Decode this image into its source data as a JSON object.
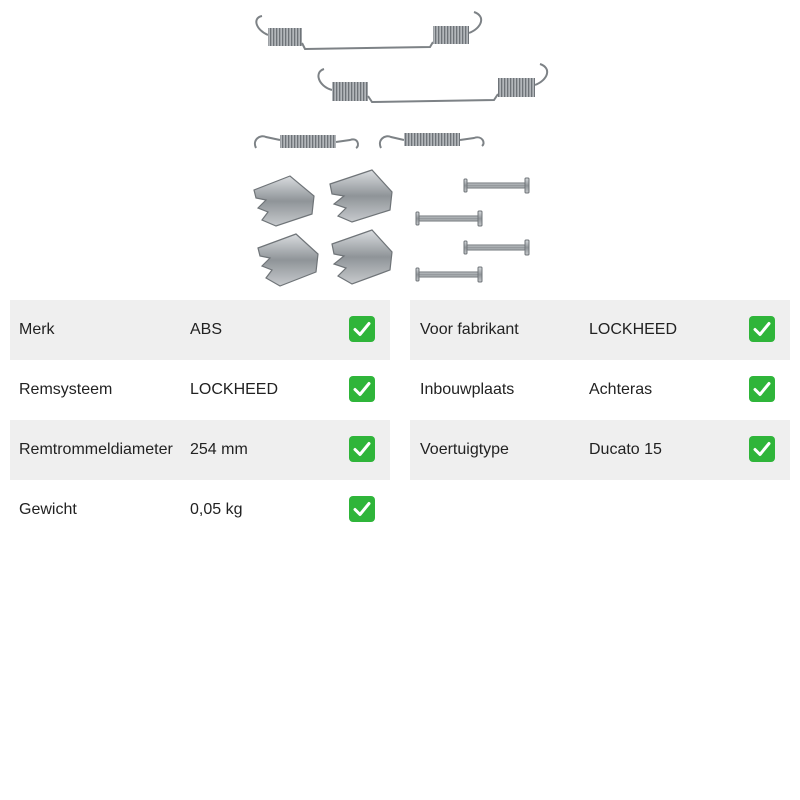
{
  "product_image": {
    "alt": "Remschoen montageset: veren, klemmen en pennen"
  },
  "specs_left": [
    {
      "label": "Merk",
      "value": "ABS",
      "match_icon": "check-mark-icon"
    },
    {
      "label": "Remsysteem",
      "value": "LOCKHEED",
      "match_icon": "check-mark-icon"
    },
    {
      "label": "Remtrommeldiameter",
      "value": "254 mm",
      "match_icon": "check-mark-icon"
    },
    {
      "label": "Gewicht",
      "value": "0,05 kg",
      "match_icon": "check-mark-icon"
    }
  ],
  "specs_right": [
    {
      "label": "Voor fabrikant",
      "value": "LOCKHEED",
      "match_icon": "check-mark-icon"
    },
    {
      "label": "Inbouwplaats",
      "value": "Achteras",
      "match_icon": "check-mark-icon"
    },
    {
      "label": "Voertuigtype",
      "value": "Ducato 15",
      "match_icon": "check-mark-icon"
    }
  ],
  "colors": {
    "row_shade": "#efefef",
    "check_green": "#2fb53a",
    "metal": "#9ea2a6"
  }
}
